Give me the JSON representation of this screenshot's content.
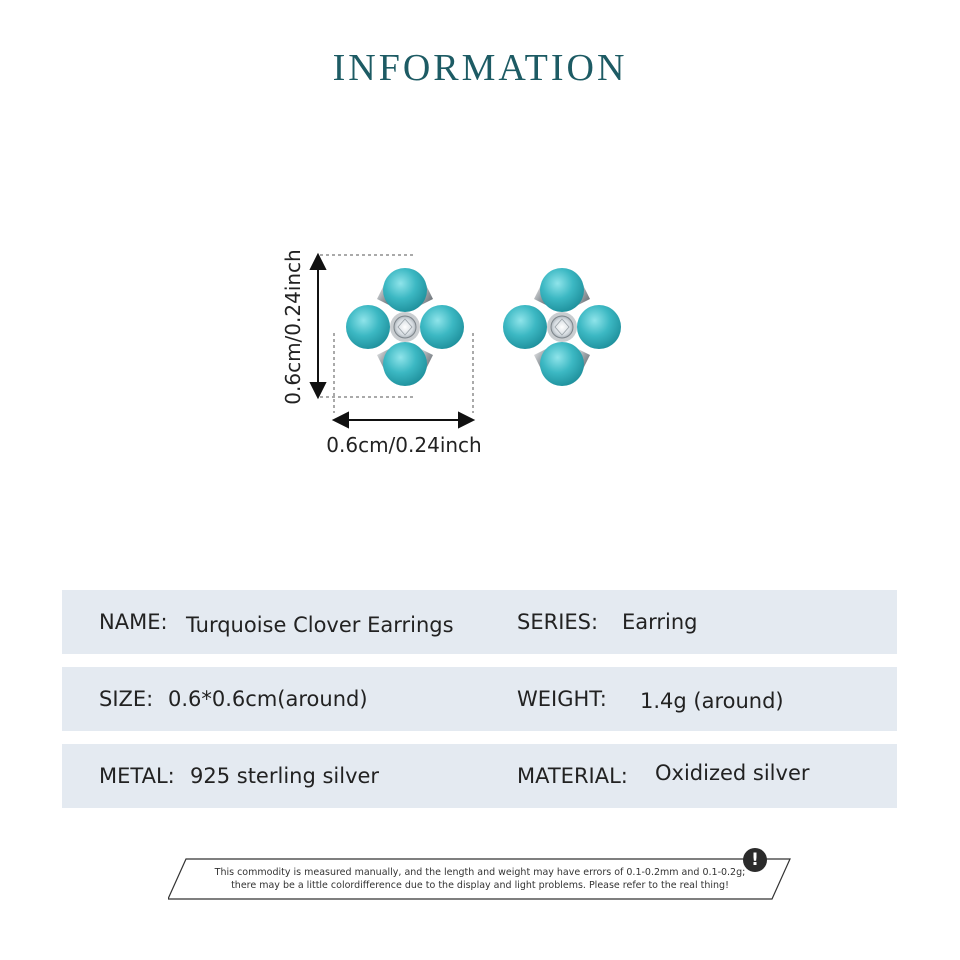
{
  "header": {
    "title": "INFORMATION"
  },
  "dimensions": {
    "height_label": "0.6cm/0.24inch",
    "width_label": "0.6cm/0.24inch"
  },
  "specs": {
    "name_label": "NAME:",
    "name_value": "Turquoise Clover Earrings",
    "series_label": "SERIES:",
    "series_value": "Earring",
    "size_label": "SIZE:",
    "size_value": "0.6*0.6cm(around)",
    "weight_label": "WEIGHT:",
    "weight_value": "1.4g (around)",
    "metal_label": "METAL:",
    "metal_value": "925 sterling silver",
    "material_label": "MATERIAL:",
    "material_value": "Oxidized silver"
  },
  "disclaimer": {
    "line1": "This commodity is measured manually, and the length and weight may have errors of 0.1-0.2mm and 0.1-0.2g;",
    "line2": "there may be a little colordifference due to the display and light problems. Please refer to the real thing!"
  },
  "colors": {
    "title": "#1d5b64",
    "row_background": "#e4eaf1",
    "turquoise": "#3cb8c3"
  },
  "icons": [
    "exclamation-icon"
  ]
}
